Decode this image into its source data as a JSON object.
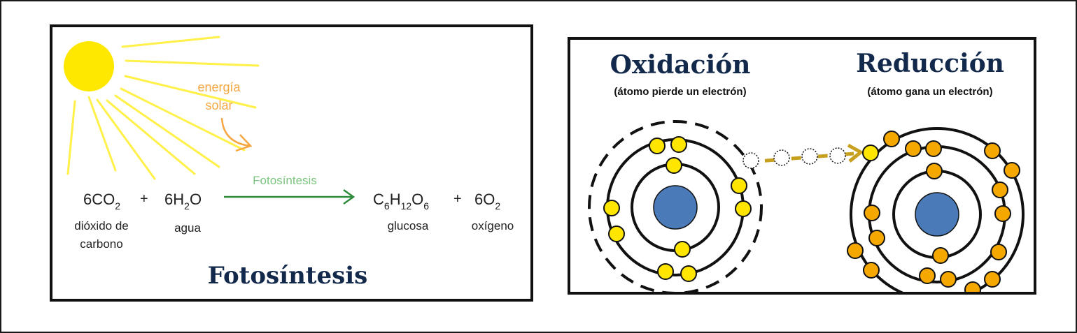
{
  "photosynthesis": {
    "energy_label_line1": "energía",
    "energy_label_line2": "solar",
    "arrow_label": "Fotosíntesis",
    "plus": "+",
    "reactants": [
      {
        "coef": "6",
        "formula_parts": [
          {
            "t": "CO"
          },
          {
            "t": "2",
            "sub": true
          }
        ],
        "name_line1": "dióxido de",
        "name_line2": "carbono"
      },
      {
        "coef": "6",
        "formula_parts": [
          {
            "t": "H"
          },
          {
            "t": "2",
            "sub": true
          },
          {
            "t": "O"
          }
        ],
        "name_line1": "agua",
        "name_line2": ""
      }
    ],
    "products": [
      {
        "coef": "",
        "formula_parts": [
          {
            "t": "C"
          },
          {
            "t": "6",
            "sub": true
          },
          {
            "t": "H"
          },
          {
            "t": "12",
            "sub": true
          },
          {
            "t": "O"
          },
          {
            "t": "6",
            "sub": true
          }
        ],
        "name_line1": "glucosa",
        "name_line2": ""
      },
      {
        "coef": "6",
        "formula_parts": [
          {
            "t": "O"
          },
          {
            "t": "2",
            "sub": true
          }
        ],
        "name_line1": "oxígeno",
        "name_line2": ""
      }
    ],
    "title": "Fotosíntesis"
  },
  "redox": {
    "oxidation_title": "Oxidación",
    "oxidation_subtitle": "(átomo pierde un electrón)",
    "reduction_title": "Reducción",
    "reduction_subtitle": "(átomo gana un electrón)"
  },
  "colors": {
    "sun": "#ffe800",
    "rays": "#fff04a",
    "energy_text": "#f5a742",
    "arrow_green": "#2e8b3a",
    "label_green": "#7cc47f",
    "text_dark": "#222222",
    "title_navy": "#13294b",
    "nucleus": "#4a7ab8",
    "electron_yellow": "#ffe600",
    "electron_orange": "#f5a800",
    "transfer_arrow": "#c8a020"
  }
}
